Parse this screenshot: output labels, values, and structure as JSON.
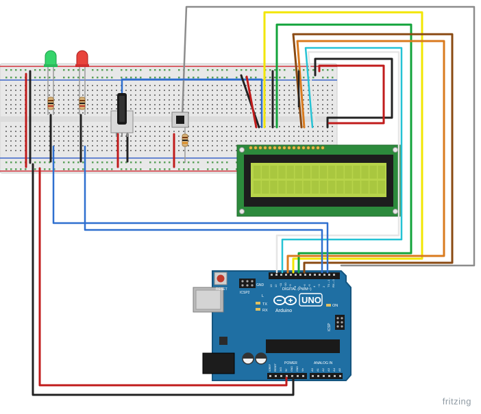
{
  "colors": {
    "board": "#1f6fa3",
    "board_dark": "#15557f",
    "breadboard": "#e9e9e9",
    "rail_red": "#d2343c",
    "rail_blue": "#3a64c8",
    "lcd_pcb": "#2c8a3c",
    "lcd_screen": "#b8d44a",
    "wire_red": "#c01b1b",
    "wire_black": "#222222",
    "wire_blue": "#2e6fcf",
    "wire_yellow": "#f2e600",
    "wire_green": "#12a33a",
    "wire_brown": "#8a4a12",
    "wire_orange": "#d97a1d",
    "wire_cyan": "#25c2d4",
    "wire_white": "#f4f4f4",
    "wire_gray": "#8c8c8c"
  },
  "components": {
    "led_green": "green LED",
    "led_red": "red LED",
    "potentiometer": "potentiometer",
    "pushbutton": "pushbutton",
    "lcd": "16x2 LCD",
    "microcontroller": "Arduino UNO"
  },
  "arduino": {
    "reset_label": "RESET",
    "icsp2_label": "ICSP2",
    "icsp_label": "ICSP",
    "tx_label": "TX",
    "rx_label": "RX",
    "l_label": "L",
    "on_label": "ON",
    "digital_label": "DIGITAL (PWM~)",
    "uno_label": "UNO",
    "brand_label": "Arduino",
    "power_label": "POWER",
    "analog_label": "ANALOG IN",
    "aref_label": "AREF",
    "gnd_label": "GND",
    "pin_labels": [
      "13",
      "12",
      "~11",
      "~10",
      "~9",
      "8",
      "7",
      "~6",
      "~5",
      "4",
      "~3",
      "2",
      "TX→1",
      "RX←0"
    ],
    "power_pins": [
      "IOREF",
      "RESET",
      "3V3",
      "5V",
      "GND",
      "GND",
      "Vin"
    ],
    "analog_pins": [
      "A0",
      "A1",
      "A2",
      "A3",
      "A4",
      "A5"
    ]
  },
  "watermark": "fritzing"
}
